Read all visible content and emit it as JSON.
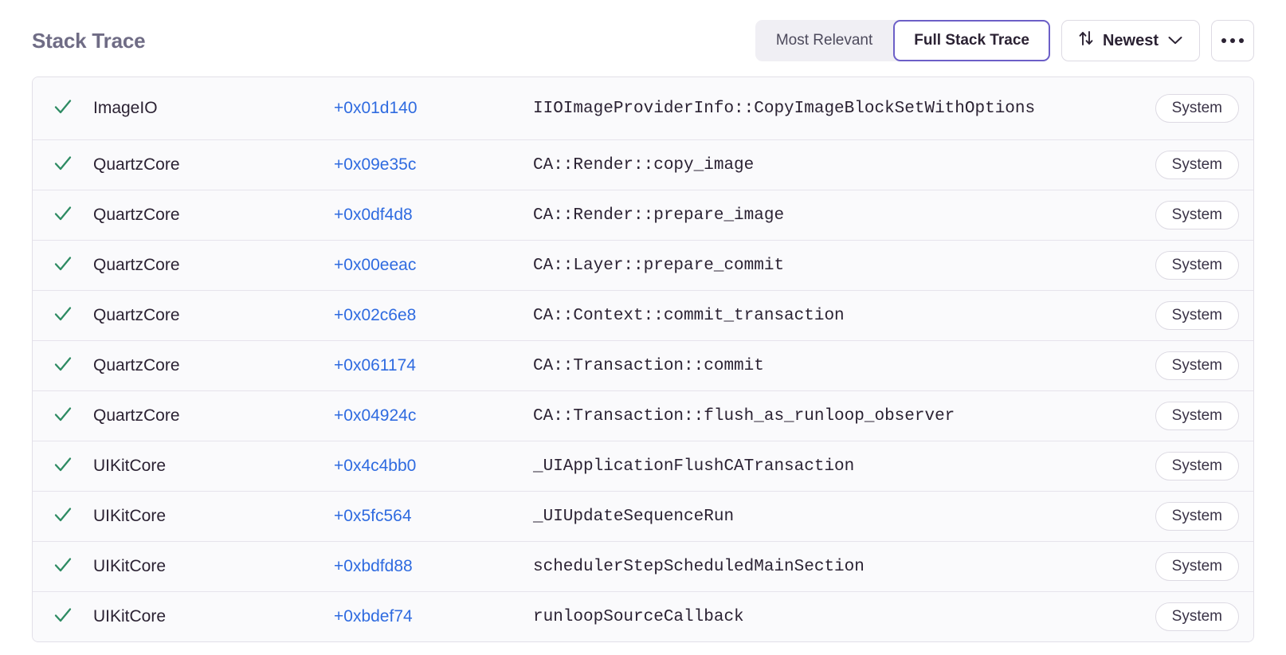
{
  "header": {
    "title": "Stack Trace",
    "segmented": {
      "options": [
        {
          "label": "Most Relevant",
          "active": false
        },
        {
          "label": "Full Stack Trace",
          "active": true
        }
      ]
    },
    "sort": {
      "label": "Newest",
      "sort_icon": "sort-arrows-icon",
      "chevron_icon": "chevron-down-icon"
    },
    "more": {
      "icon": "ellipsis-icon"
    }
  },
  "colors": {
    "accent_purple": "#6c5fc7",
    "link_blue": "#2f6be0",
    "check_green": "#2e8b63",
    "title_gray": "#6f6c85",
    "row_bg": "#fafafc",
    "border": "#e2dfe8"
  },
  "table": {
    "rows": [
      {
        "check_icon": "checkmark-icon",
        "package": "ImageIO",
        "offset": "+0x01d140",
        "symbol": "IIOImageProviderInfo::CopyImageBlockSetWithOptions",
        "badge": "System",
        "wraps": true
      },
      {
        "check_icon": "checkmark-icon",
        "package": "QuartzCore",
        "offset": "+0x09e35c",
        "symbol": "CA::Render::copy_image",
        "badge": "System",
        "wraps": false
      },
      {
        "check_icon": "checkmark-icon",
        "package": "QuartzCore",
        "offset": "+0x0df4d8",
        "symbol": "CA::Render::prepare_image",
        "badge": "System",
        "wraps": false
      },
      {
        "check_icon": "checkmark-icon",
        "package": "QuartzCore",
        "offset": "+0x00eeac",
        "symbol": "CA::Layer::prepare_commit",
        "badge": "System",
        "wraps": false
      },
      {
        "check_icon": "checkmark-icon",
        "package": "QuartzCore",
        "offset": "+0x02c6e8",
        "symbol": "CA::Context::commit_transaction",
        "badge": "System",
        "wraps": false
      },
      {
        "check_icon": "checkmark-icon",
        "package": "QuartzCore",
        "offset": "+0x061174",
        "symbol": "CA::Transaction::commit",
        "badge": "System",
        "wraps": false
      },
      {
        "check_icon": "checkmark-icon",
        "package": "QuartzCore",
        "offset": "+0x04924c",
        "symbol": "CA::Transaction::flush_as_runloop_observer",
        "badge": "System",
        "wraps": false
      },
      {
        "check_icon": "checkmark-icon",
        "package": "UIKitCore",
        "offset": "+0x4c4bb0",
        "symbol": "_UIApplicationFlushCATransaction",
        "badge": "System",
        "wraps": false
      },
      {
        "check_icon": "checkmark-icon",
        "package": "UIKitCore",
        "offset": "+0x5fc564",
        "symbol": "_UIUpdateSequenceRun",
        "badge": "System",
        "wraps": false
      },
      {
        "check_icon": "checkmark-icon",
        "package": "UIKitCore",
        "offset": "+0xbdfd88",
        "symbol": "schedulerStepScheduledMainSection",
        "badge": "System",
        "wraps": false
      },
      {
        "check_icon": "checkmark-icon",
        "package": "UIKitCore",
        "offset": "+0xbdef74",
        "symbol": "runloopSourceCallback",
        "badge": "System",
        "wraps": false
      }
    ]
  }
}
